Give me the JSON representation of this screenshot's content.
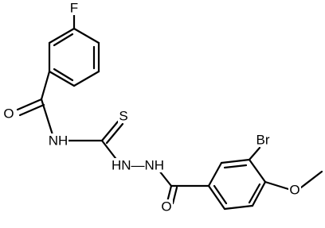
{
  "atoms": {
    "fluorine": "F",
    "carbonyl_oxygen_left": "O",
    "amide_nitrogen": "NH",
    "thione_sulfur": "S",
    "hydrazine_nitrogens": "HN—NH",
    "carbonyl_oxygen_right": "O",
    "bromine": "Br",
    "methoxy_oxygen": "O"
  },
  "colors": {
    "bond": "#000000",
    "label": "#000000",
    "background": "#ffffff"
  }
}
